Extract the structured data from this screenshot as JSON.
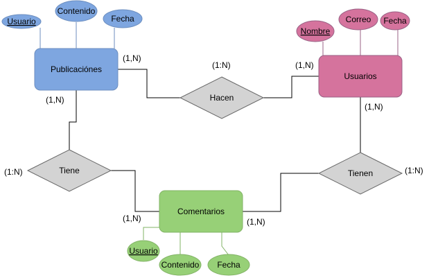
{
  "colors": {
    "blue_fill": "#7ea6e0",
    "blue_stroke": "#6c8ebf",
    "pink_fill": "#d5739d",
    "pink_stroke": "#996185",
    "green_fill": "#97d077",
    "green_stroke": "#82b366",
    "diamond_fill": "#d3d3d3",
    "diamond_stroke": "#666666",
    "line": "#000000"
  },
  "entities": {
    "publicaciones": "Publicaciónes",
    "usuarios": "Usuarios",
    "comentarios": "Comentarios"
  },
  "relationships": {
    "hacen": "Hacen",
    "tiene": "Tiene",
    "tienen": "Tienen"
  },
  "attributes": {
    "publicaciones": [
      "Usuario",
      "Contenido",
      "Fecha"
    ],
    "usuarios": [
      "Nombre",
      "Correo",
      "Fecha"
    ],
    "comentarios": [
      "Usuario",
      "Contenido",
      "Fecha"
    ]
  },
  "cardinalities": {
    "pub_hacen": "(1,N)",
    "hacen_top": "(1:N)",
    "usu_hacen": "(1,N)",
    "pub_tiene": "(1,N)",
    "tiene_side": "(1:N)",
    "com_tiene": "(1,N)",
    "usu_tienen": "(1,N)",
    "tienen_side": "(1:N)",
    "com_tienen": "(1,N)"
  }
}
